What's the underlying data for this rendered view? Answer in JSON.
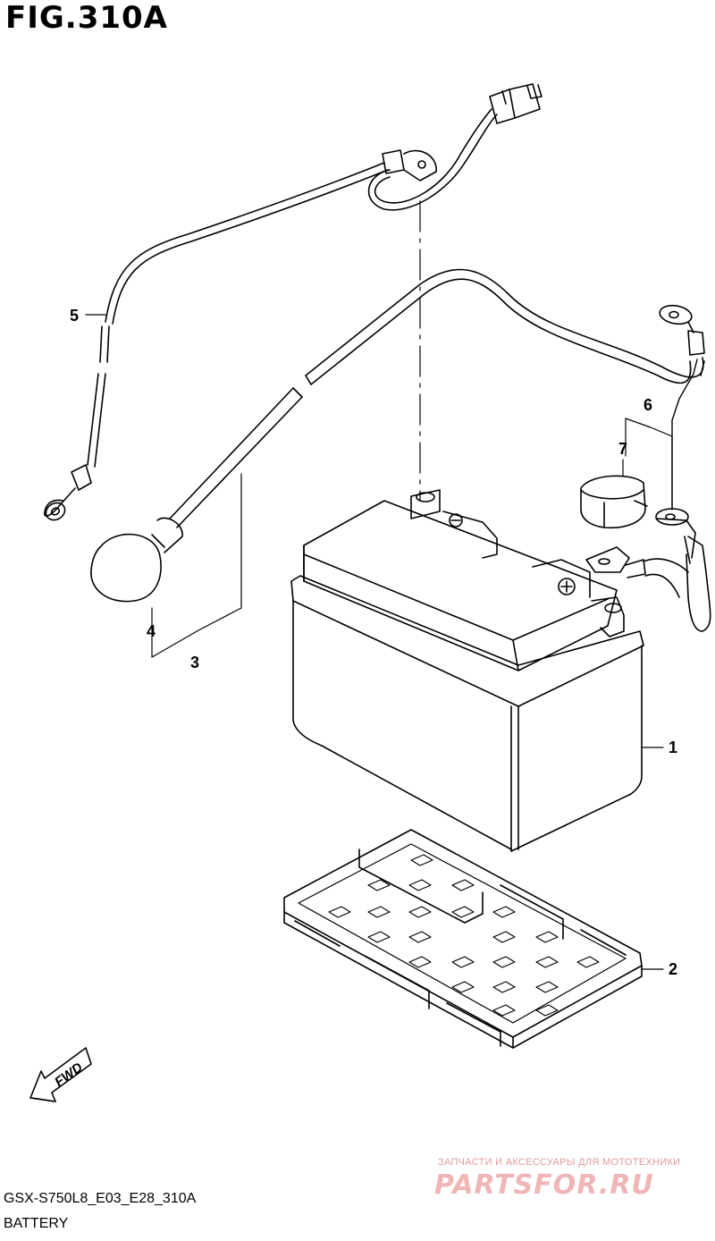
{
  "figure": {
    "title": "FIG.310A"
  },
  "callouts": {
    "c1": "1",
    "c2": "2",
    "c3": "3",
    "c4": "4",
    "c5": "5",
    "c6": "6",
    "c7": "7"
  },
  "fwd_label": "FWD",
  "footer": {
    "model_code": "GSX-S750L8_E03_E28_310A",
    "caption": "BATTERY"
  },
  "watermark": {
    "tagline": "ЗАПЧАСТИ И АКСЕССУАРЫ ДЛЯ МОТОТЕХНИКИ",
    "logo": "PARTSFOR.RU"
  },
  "colors": {
    "line": "#000000",
    "background": "#ffffff",
    "watermark": "#f0b5b5"
  }
}
